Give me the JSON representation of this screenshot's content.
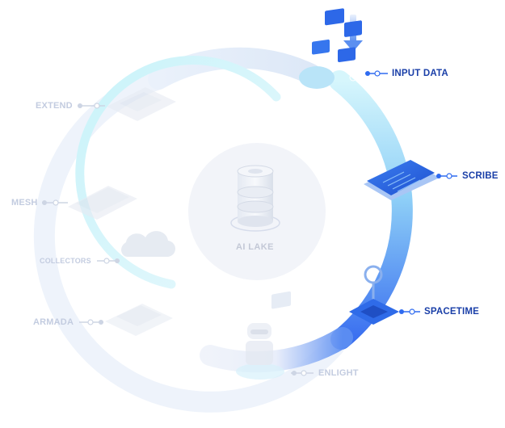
{
  "center": {
    "label": "AI LAKE"
  },
  "stages": [
    {
      "name": "INPUT DATA",
      "state": "active",
      "icon": "input-data-icon"
    },
    {
      "name": "SCRIBE",
      "state": "active",
      "icon": "scribe-icon"
    },
    {
      "name": "SPACETIME",
      "state": "active",
      "icon": "spacetime-icon"
    },
    {
      "name": "ENLIGHT",
      "state": "faded",
      "icon": "enlight-robot-icon"
    },
    {
      "name": "ARMADA",
      "state": "faded",
      "icon": "armada-icon"
    },
    {
      "name": "COLLECTORS",
      "state": "faded",
      "icon": "collectors-cloud-icon"
    },
    {
      "name": "MESH",
      "state": "faded",
      "icon": "mesh-icon"
    },
    {
      "name": "EXTEND",
      "state": "faded",
      "icon": "extend-icon"
    }
  ],
  "colors": {
    "active_label": "#1a3fa8",
    "faded_label": "#c3cce0",
    "flow_light": "#d4f4fb",
    "flow_mid": "#7ec8f5",
    "flow_dark": "#3f7df0",
    "dot": "#2f6bf0"
  }
}
